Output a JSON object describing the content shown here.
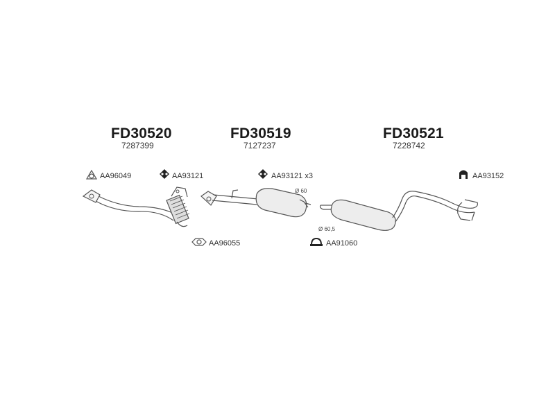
{
  "parts": [
    {
      "code": "FD30520",
      "oe_number": "7287399"
    },
    {
      "code": "FD30519",
      "oe_number": "7127237"
    },
    {
      "code": "FD30521",
      "oe_number": "7228742"
    }
  ],
  "accessories": {
    "gasket_front": {
      "code": "AA96049",
      "icon": "gasket-icon"
    },
    "rubber_mount_1": {
      "code": "AA93121",
      "icon": "rubber-mount-icon"
    },
    "rubber_mount_2": {
      "code": "AA93121 x3",
      "icon": "rubber-mount-icon"
    },
    "rubber_mount_rear": {
      "code": "AA93152",
      "icon": "rubber-mount-icon"
    },
    "gasket_flex": {
      "code": "AA96055",
      "icon": "gasket-icon"
    },
    "clamp": {
      "code": "AA91060",
      "icon": "clamp-icon"
    }
  },
  "dimensions": {
    "mid_diameter": "Ø 60",
    "rear_diameter": "Ø 60,5"
  },
  "colors": {
    "line": "#555555",
    "fill": "#ededed",
    "text": "#222222"
  }
}
